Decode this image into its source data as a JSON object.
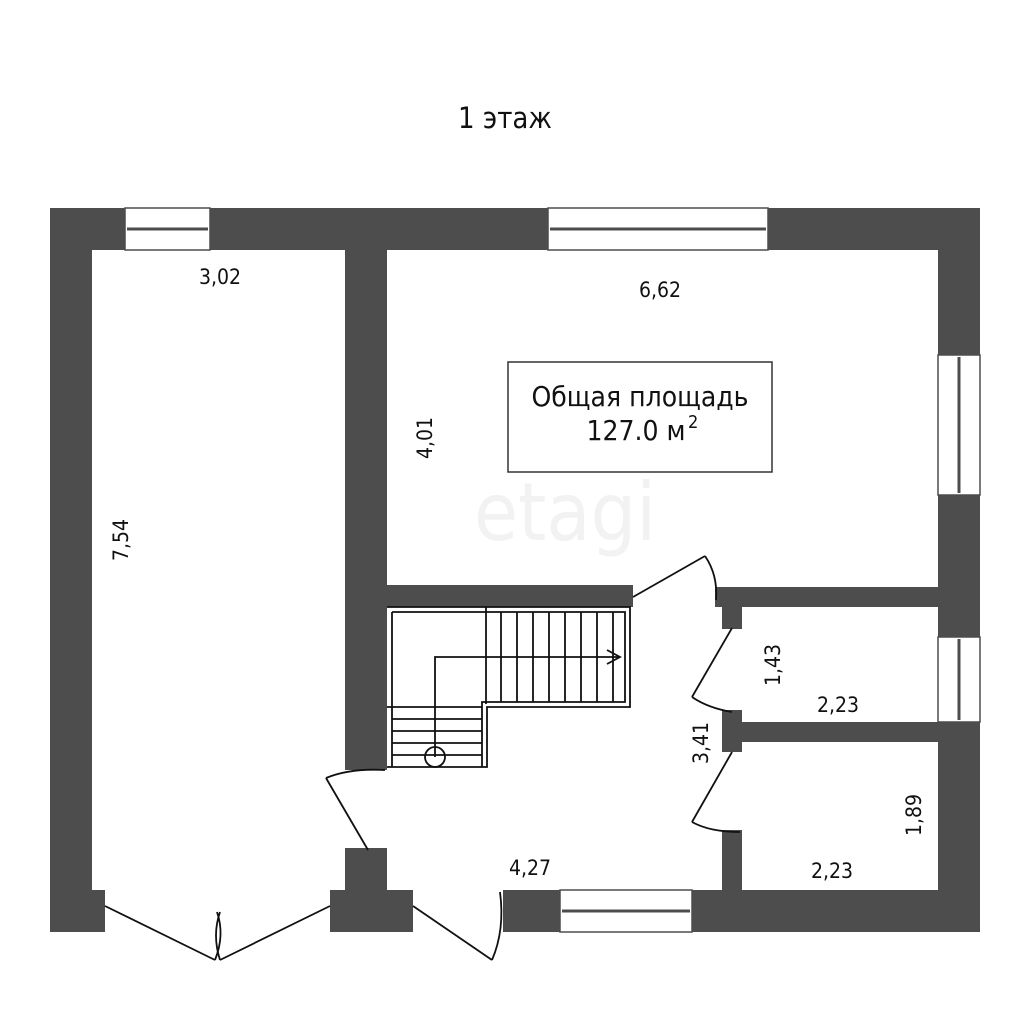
{
  "title": "1 этаж",
  "area_box": {
    "label": "Общая площадь",
    "value": "127.0 м",
    "unit_sup": "2"
  },
  "watermark": "etagi",
  "dimensions": {
    "left_room_width": "3,02",
    "left_room_length": "7,54",
    "main_room_width": "6,62",
    "main_room_length": "4,01",
    "hall_width": "4,27",
    "hall_length": "3,41",
    "small_room1_length": "1,43",
    "small_room1_width": "2,23",
    "small_room2_length": "1,89",
    "small_room2_width": "2,23"
  },
  "colors": {
    "wall": "#4d4d4d"
  }
}
